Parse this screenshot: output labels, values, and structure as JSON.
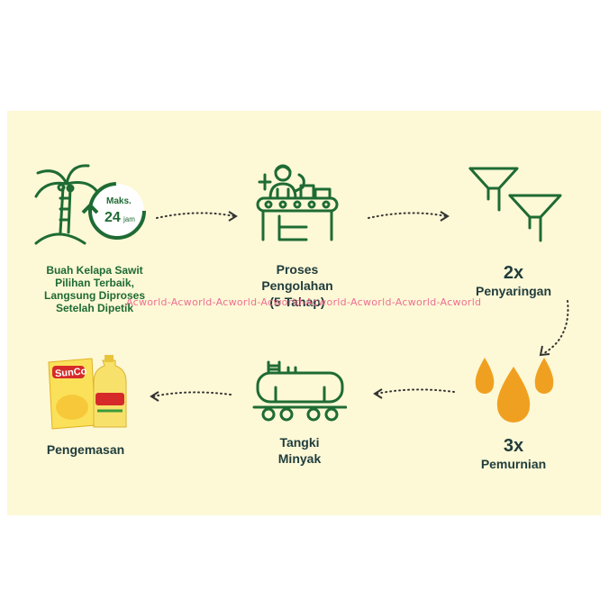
{
  "steps": [
    {
      "icon": "palm-tree-clock-icon",
      "lines": [
        "Buah Kelapa Sawit",
        "Pilihan Terbaik,",
        "Langsung Diproses",
        "Setelah Dipetik"
      ]
    },
    {
      "icon": "factory-worker-conveyor-icon",
      "lines": [
        "Proses",
        "Pengolahan",
        "(5 Tahap)"
      ]
    },
    {
      "icon": "double-funnel-icon",
      "count": "2x",
      "label": "Penyaringan"
    },
    {
      "icon": "oil-drops-icon",
      "count": "3x",
      "label": "Pemurnian"
    },
    {
      "icon": "tanker-wagon-icon",
      "lines": [
        "Tangki",
        "Minyak"
      ]
    },
    {
      "icon": "sunco-packaging-icon",
      "label": "Pengemasan"
    }
  ],
  "clock": {
    "prefix": "Maks.",
    "hours": "24",
    "unit": "jam"
  },
  "product": {
    "brand": "SunCo"
  },
  "watermark": "Acworld-Acworld-Acworld-Acworld-Acworld-Acworld-Acworld-Acworld",
  "colors": {
    "green": "#1e6b34",
    "orange": "#f0a020",
    "panel": "#fdf8d6",
    "text": "#1f3c3c"
  }
}
